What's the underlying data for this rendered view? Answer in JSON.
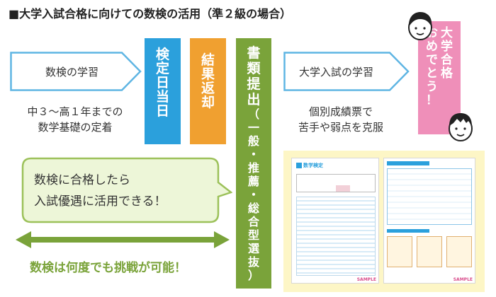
{
  "title": "■大学入試合格に向けての数検の活用（準２級の場合）",
  "steps": {
    "study_label": "数検の学習",
    "study_note_lines": [
      "中３～高１年までの",
      "数学基礎の定着"
    ],
    "exam_day_chars": [
      "検",
      "定",
      "日",
      "当",
      "日"
    ],
    "result_chars": [
      "結",
      "果",
      "返",
      "却"
    ],
    "submit_main_chars": [
      "書",
      "類",
      "提",
      "出"
    ],
    "submit_sub_chars": [
      "（",
      "一",
      "般",
      "・",
      "推",
      "薦",
      "・",
      "総",
      "合",
      "型",
      "選",
      "抜",
      "）"
    ],
    "entrance_label": "大学入試の学習",
    "entrance_note_lines": [
      "個別成績票で",
      "苦手や弱点を克服"
    ],
    "success_col1": [
      "大",
      "学",
      "合",
      "格"
    ],
    "success_col2": [
      "お",
      "め",
      "で",
      "と",
      "う",
      "！"
    ]
  },
  "bubble_lines": [
    "数検に合格したら",
    "入試優遇に活用できる！"
  ],
  "bottom_text": "数検は何度でも挑戦が可能！",
  "docs": {
    "logo": "数学検定",
    "sample_labels": [
      "SAMPLE",
      "SAMPLE"
    ]
  },
  "colors": {
    "blue_box": "#2ba0dc",
    "orange_box": "#f0a030",
    "green_box": "#7aa33a",
    "pink_box": "#ef8fb9",
    "chevron_stroke": "#5fb5e3",
    "bubble_fill": "#edf6d8",
    "bubble_stroke": "#9cc15a",
    "docs_bg": "#fdf6c6"
  }
}
